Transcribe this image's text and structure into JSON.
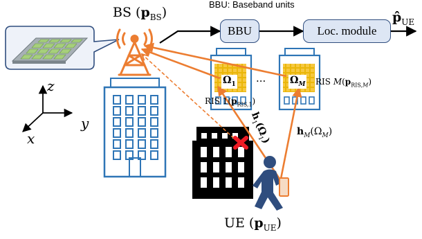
{
  "bbu_caption": "BBU: Baseband units",
  "bs_label": {
    "prefix": "BS (",
    "p": "p",
    "sub": "BS",
    "suffix": ")"
  },
  "bbu_box": "BBU",
  "loc_box": "Loc. module",
  "output_label": {
    "p": "p̂",
    "sub": "UE"
  },
  "axes": {
    "z": "z",
    "y": "y",
    "x": "x"
  },
  "omega_1": {
    "symbol": "Ω",
    "sub": "1"
  },
  "omega_m": {
    "symbol": "Ω",
    "sub": "M"
  },
  "ellipsis": "···",
  "ris_1": {
    "prefix": "RIS  1(",
    "p": "p",
    "sub": "RIS,1",
    "suffix": ")"
  },
  "ris_m": {
    "prefix": "RIS  ",
    "m": "M",
    "paren": "(",
    "p": "p",
    "sub": "RIS,",
    "subm": "M",
    "suffix": ")"
  },
  "channel_1": {
    "h": "h",
    "hsub": "1",
    "arg": "(Ω",
    "argsub": "1",
    "close": ")"
  },
  "channel_m": {
    "h": "h",
    "hsub": "M",
    "arg": "(Ω",
    "argsub": "M",
    "close": ")"
  },
  "ue_label": {
    "prefix": "UE (",
    "p": "p",
    "sub": "UE",
    "suffix": ")"
  },
  "colors": {
    "orange": "#ec7d31",
    "dark_blue": "#2f4d7e",
    "box_fill": "#dde6f4",
    "building_blue": "#2e75b6",
    "red": "#ee1c25"
  }
}
